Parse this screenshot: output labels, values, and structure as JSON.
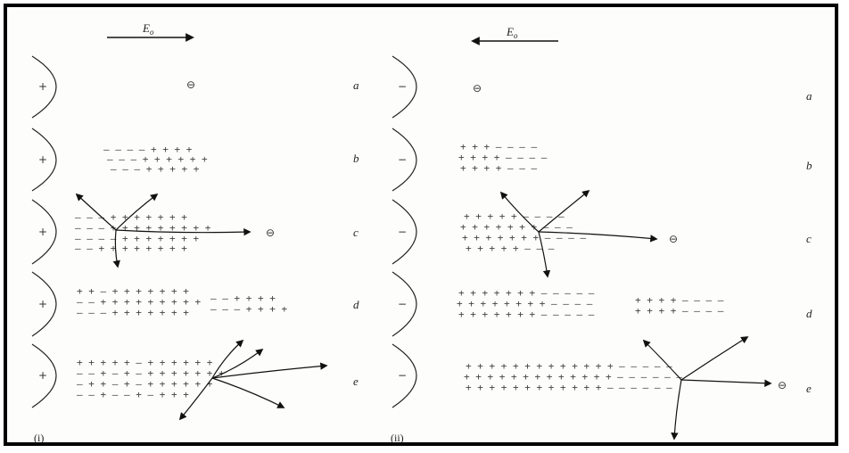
{
  "panel_i": {
    "field_label": "E",
    "field_sub": "o",
    "field_direction": "right",
    "electrode_sign": "+",
    "panel_label": "(i)",
    "rows": [
      "a",
      "b",
      "c",
      "d",
      "e"
    ]
  },
  "panel_ii": {
    "field_label": "E",
    "field_sub": "o",
    "field_direction": "left",
    "electrode_sign": "−",
    "panel_label": "(ii)",
    "rows": [
      "a",
      "b",
      "c",
      "d",
      "e"
    ]
  },
  "electron_symbol": "⊖",
  "colors": {
    "ink": "#222222",
    "border": "#000000",
    "background": "#fdfdfb"
  }
}
